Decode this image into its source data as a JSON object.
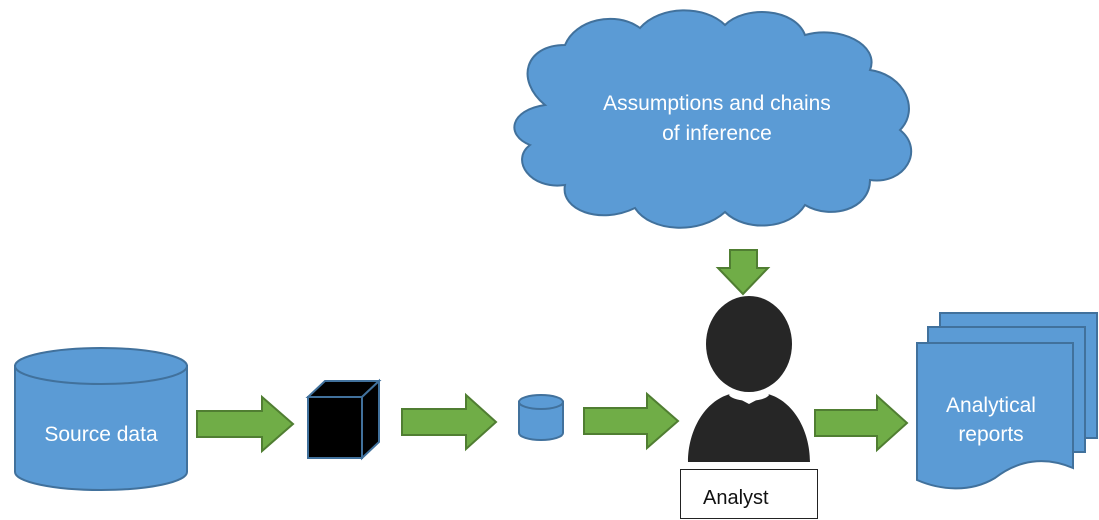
{
  "nodes": {
    "source": {
      "label": "Source data"
    },
    "cloud": {
      "line1": "Assumptions and chains",
      "line2": "of inference"
    },
    "reports": {
      "line1": "Analytical",
      "line2": "reports"
    },
    "analyst": {
      "label": "Analyst"
    }
  },
  "colors": {
    "shape_fill": "#5b9bd5",
    "shape_stroke": "#41719c",
    "arrow_fill": "#70ad47",
    "arrow_stroke": "#507e32",
    "black_box": "#000000"
  }
}
